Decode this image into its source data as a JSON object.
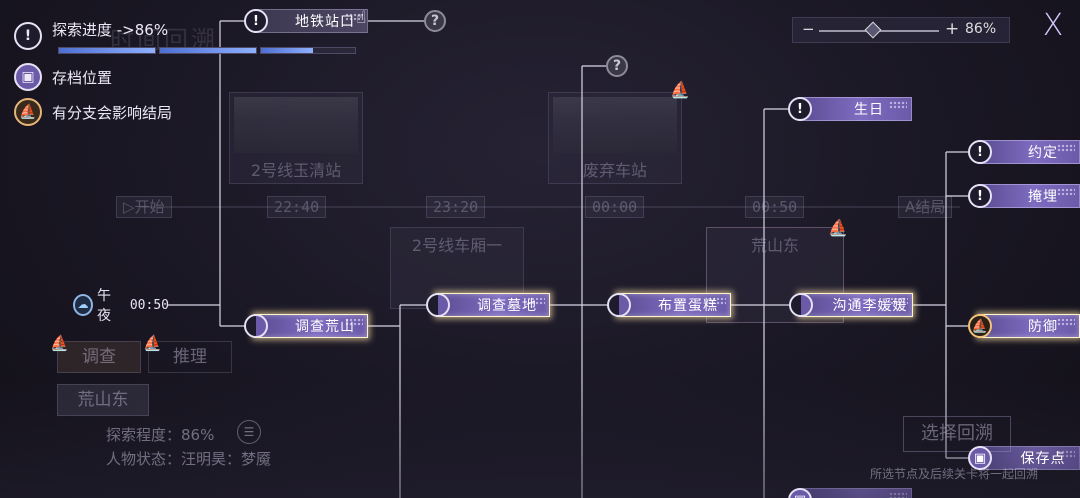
{
  "legend": {
    "progress_label": "探索进度 ->86%",
    "progress_values": [
      1.0,
      1.0,
      0.55
    ],
    "save_label": "存档位置",
    "branch_label": "有分支会影响结局"
  },
  "zoom": {
    "minus": "−",
    "plus": "+",
    "value": "86%",
    "level": 0.45
  },
  "close": "X",
  "timeline": {
    "start": "开始",
    "times": [
      "22:40",
      "23:20",
      "00:00",
      "00:50"
    ],
    "end": "A结局"
  },
  "scenes": [
    "2号线玉清站",
    "2号线车厢一",
    "废弃车站",
    "荒山东"
  ],
  "time_node": {
    "period": "午夜",
    "time": "00:50"
  },
  "nodes": {
    "subway_exit": "地铁站口",
    "investigate_mountain": "调查荒山",
    "investigate_tomb": "调查墓地",
    "arrange_cake": "布置蛋糕",
    "communicate": "沟通李媛媛",
    "birthday": "生日",
    "promise": "约定",
    "bury": "掩埋",
    "defend": "防御",
    "savepoint": "保存点",
    "partial": "…"
  },
  "unknown": "?",
  "info": {
    "tab_investigate": "调查",
    "tab_reason": "推理",
    "location": "荒山东",
    "explore_degree": "探索程度：86%",
    "character_state": "人物状态：汪明昊：梦魇",
    "choose_rewind": "选择回溯",
    "hint": "所选节点及后续关卡将一起回溯",
    "bg_title": "时间回溯"
  }
}
